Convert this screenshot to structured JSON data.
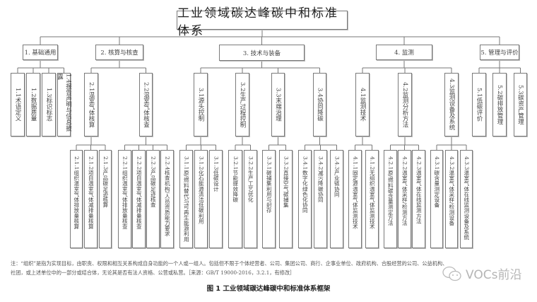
{
  "title": "工业领域碳达峰碳中和标准体系",
  "categories": [
    {
      "label": "1. 基础通用",
      "children": [
        {
          "label": "1.1术语定义",
          "children": []
        },
        {
          "label": "1.2数据质量",
          "children": []
        },
        {
          "label": "1.3标识标志",
          "children": []
        },
        {
          "label": "1.4报告声明与信息披露",
          "children": []
        }
      ]
    },
    {
      "label": "2. 核算与核查",
      "children": [
        {
          "label": "2.1温室气体核算",
          "children": [
            "2.1.1组织温室气体排放量核算",
            "2.1.2项目温室气体减排量核算",
            "2.1.3产品碳足迹核算"
          ]
        },
        {
          "label": "2.2温室气体核查",
          "children": [
            "2.2.1组织温室气体排放量核查",
            "2.2.2项目温室气体减排量核查",
            "2.2.3产品碳足迹核查",
            "2.2.4核查机构/人员资质能力要求"
          ]
        }
      ]
    },
    {
      "label": "3. 技术与装备",
      "children": [
        {
          "label": "3.1源头控制",
          "children": [
            "3.1.1原/燃料替代与可再生能源利用",
            "3.1.2化石能源清洁低碳利用",
            "3.1.3低碳设计"
          ]
        },
        {
          "label": "3.2生产过程控制",
          "children": [
            "3.2.1节能提效降碳",
            "3.2.2生产工艺优化"
          ]
        },
        {
          "label": "3.3末端治理",
          "children": [
            "3.3.1碳捕集利用与封存",
            "3.3.2直接空气碳捕集"
          ]
        },
        {
          "label": "3.4协同降碳",
          "children": [
            "3.4.1数字化绿色化协同",
            "3.4.2减污降碳协同",
            "3.4.3产业链协同"
          ]
        }
      ]
    },
    {
      "label": "4. 监测",
      "children": [
        {
          "label": "4.1监测技术",
          "children": [
            "4.1.1固定源温室气体监测技术",
            "4.1.2无组织温室气体监测技术"
          ]
        },
        {
          "label": "4.2监测分析方法",
          "children": [
            "4.2.1原/燃料碳含量测定方法",
            "4.2.2温室气体采样/检测方法",
            "4.2.3温室气体在线监测方法"
          ]
        },
        {
          "label": "4.3监测设备及系统",
          "children": [
            "4.3.1碳含量测定设备",
            "4.3.2温室气体采样/检测设备",
            "4.3.3温室气体在线监测设备及系统"
          ]
        }
      ]
    },
    {
      "label": "5. 管理与评价",
      "children": [
        {
          "label": "5.1低碳评价",
          "children": []
        },
        {
          "label": "5.2碳排放管理",
          "children": []
        },
        {
          "label": "5.3碳资产管理",
          "children": []
        }
      ]
    }
  ],
  "note_line1": "注：“组织”是指为实现目标，由职责、权限和相互关系构成自身功能的一个人或一组人。包括但不限于个体经营者、公司、集团公司、商行、企事业单位、政府机构、合股经营的公司、公益机构、",
  "note_line2": "社团，或上述单位中的一部分或结合体，无论其是否有法人资格、公营或私营。［来源：GB/T 19000-2016，3.2.1，有修改］",
  "caption": "图 1  工业领域碳达峰碳中和标准体系框架",
  "watermark": "VOCs前沿"
}
